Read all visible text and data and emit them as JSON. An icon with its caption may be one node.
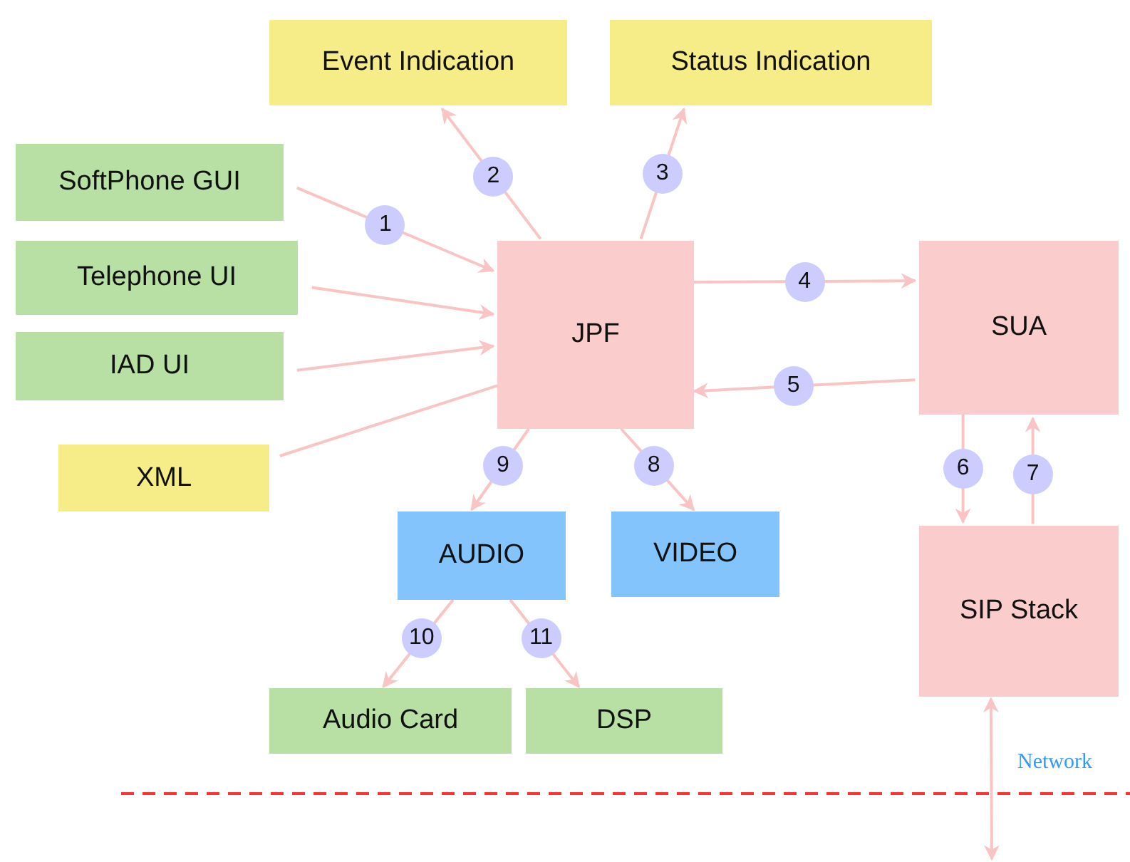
{
  "diagram": {
    "nodes": [
      {
        "text": [
          "Event Indication"
        ]
      },
      {
        "text": [
          "Status Indication"
        ]
      },
      {
        "text": [
          "SoftPhone GUI"
        ]
      },
      {
        "text": [
          "Telephone UI"
        ]
      },
      {
        "text": [
          "IAD UI"
        ]
      },
      {
        "text": [
          "XML"
        ]
      },
      {
        "text": [
          "JPF"
        ]
      },
      {
        "text": [
          "SUA"
        ]
      },
      {
        "text": [
          "SIP Stack"
        ]
      },
      {
        "text": [
          "AUDIO"
        ]
      },
      {
        "text": [
          "VIDEO"
        ]
      },
      {
        "text": [
          "Audio Card"
        ]
      },
      {
        "text": [
          "DSP"
        ]
      }
    ],
    "edges": [
      {
        "from": 2,
        "to": 6,
        "arrow": "to",
        "label": "1"
      },
      {
        "from": 6,
        "to": 0,
        "arrow": "to",
        "label": "2"
      },
      {
        "from": 6,
        "to": 1,
        "arrow": "to",
        "label": "3"
      },
      {
        "from": 6,
        "to": 7,
        "arrow": "to",
        "label": "4"
      },
      {
        "from": 7,
        "to": 6,
        "arrow": "to",
        "label": "5"
      },
      {
        "from": 7,
        "to": 8,
        "arrow": "to",
        "label": "6"
      },
      {
        "from": 8,
        "to": 7,
        "arrow": "to",
        "label": "7"
      },
      {
        "from": 6,
        "to": 10,
        "arrow": "to",
        "label": "8"
      },
      {
        "from": 6,
        "to": 9,
        "arrow": "to",
        "label": "9"
      },
      {
        "from": 9,
        "to": 11,
        "arrow": "to",
        "label": "10"
      },
      {
        "from": 9,
        "to": 12,
        "arrow": "to",
        "label": "11"
      },
      {
        "from": 3,
        "to": 6,
        "arrow": "to"
      },
      {
        "from": 4,
        "to": 6,
        "arrow": "to"
      },
      {
        "from": 5,
        "to": 6,
        "arrow": "none"
      },
      {
        "from": 8,
        "to": null,
        "arrow": "both"
      }
    ],
    "labels": [
      "Network"
    ]
  }
}
